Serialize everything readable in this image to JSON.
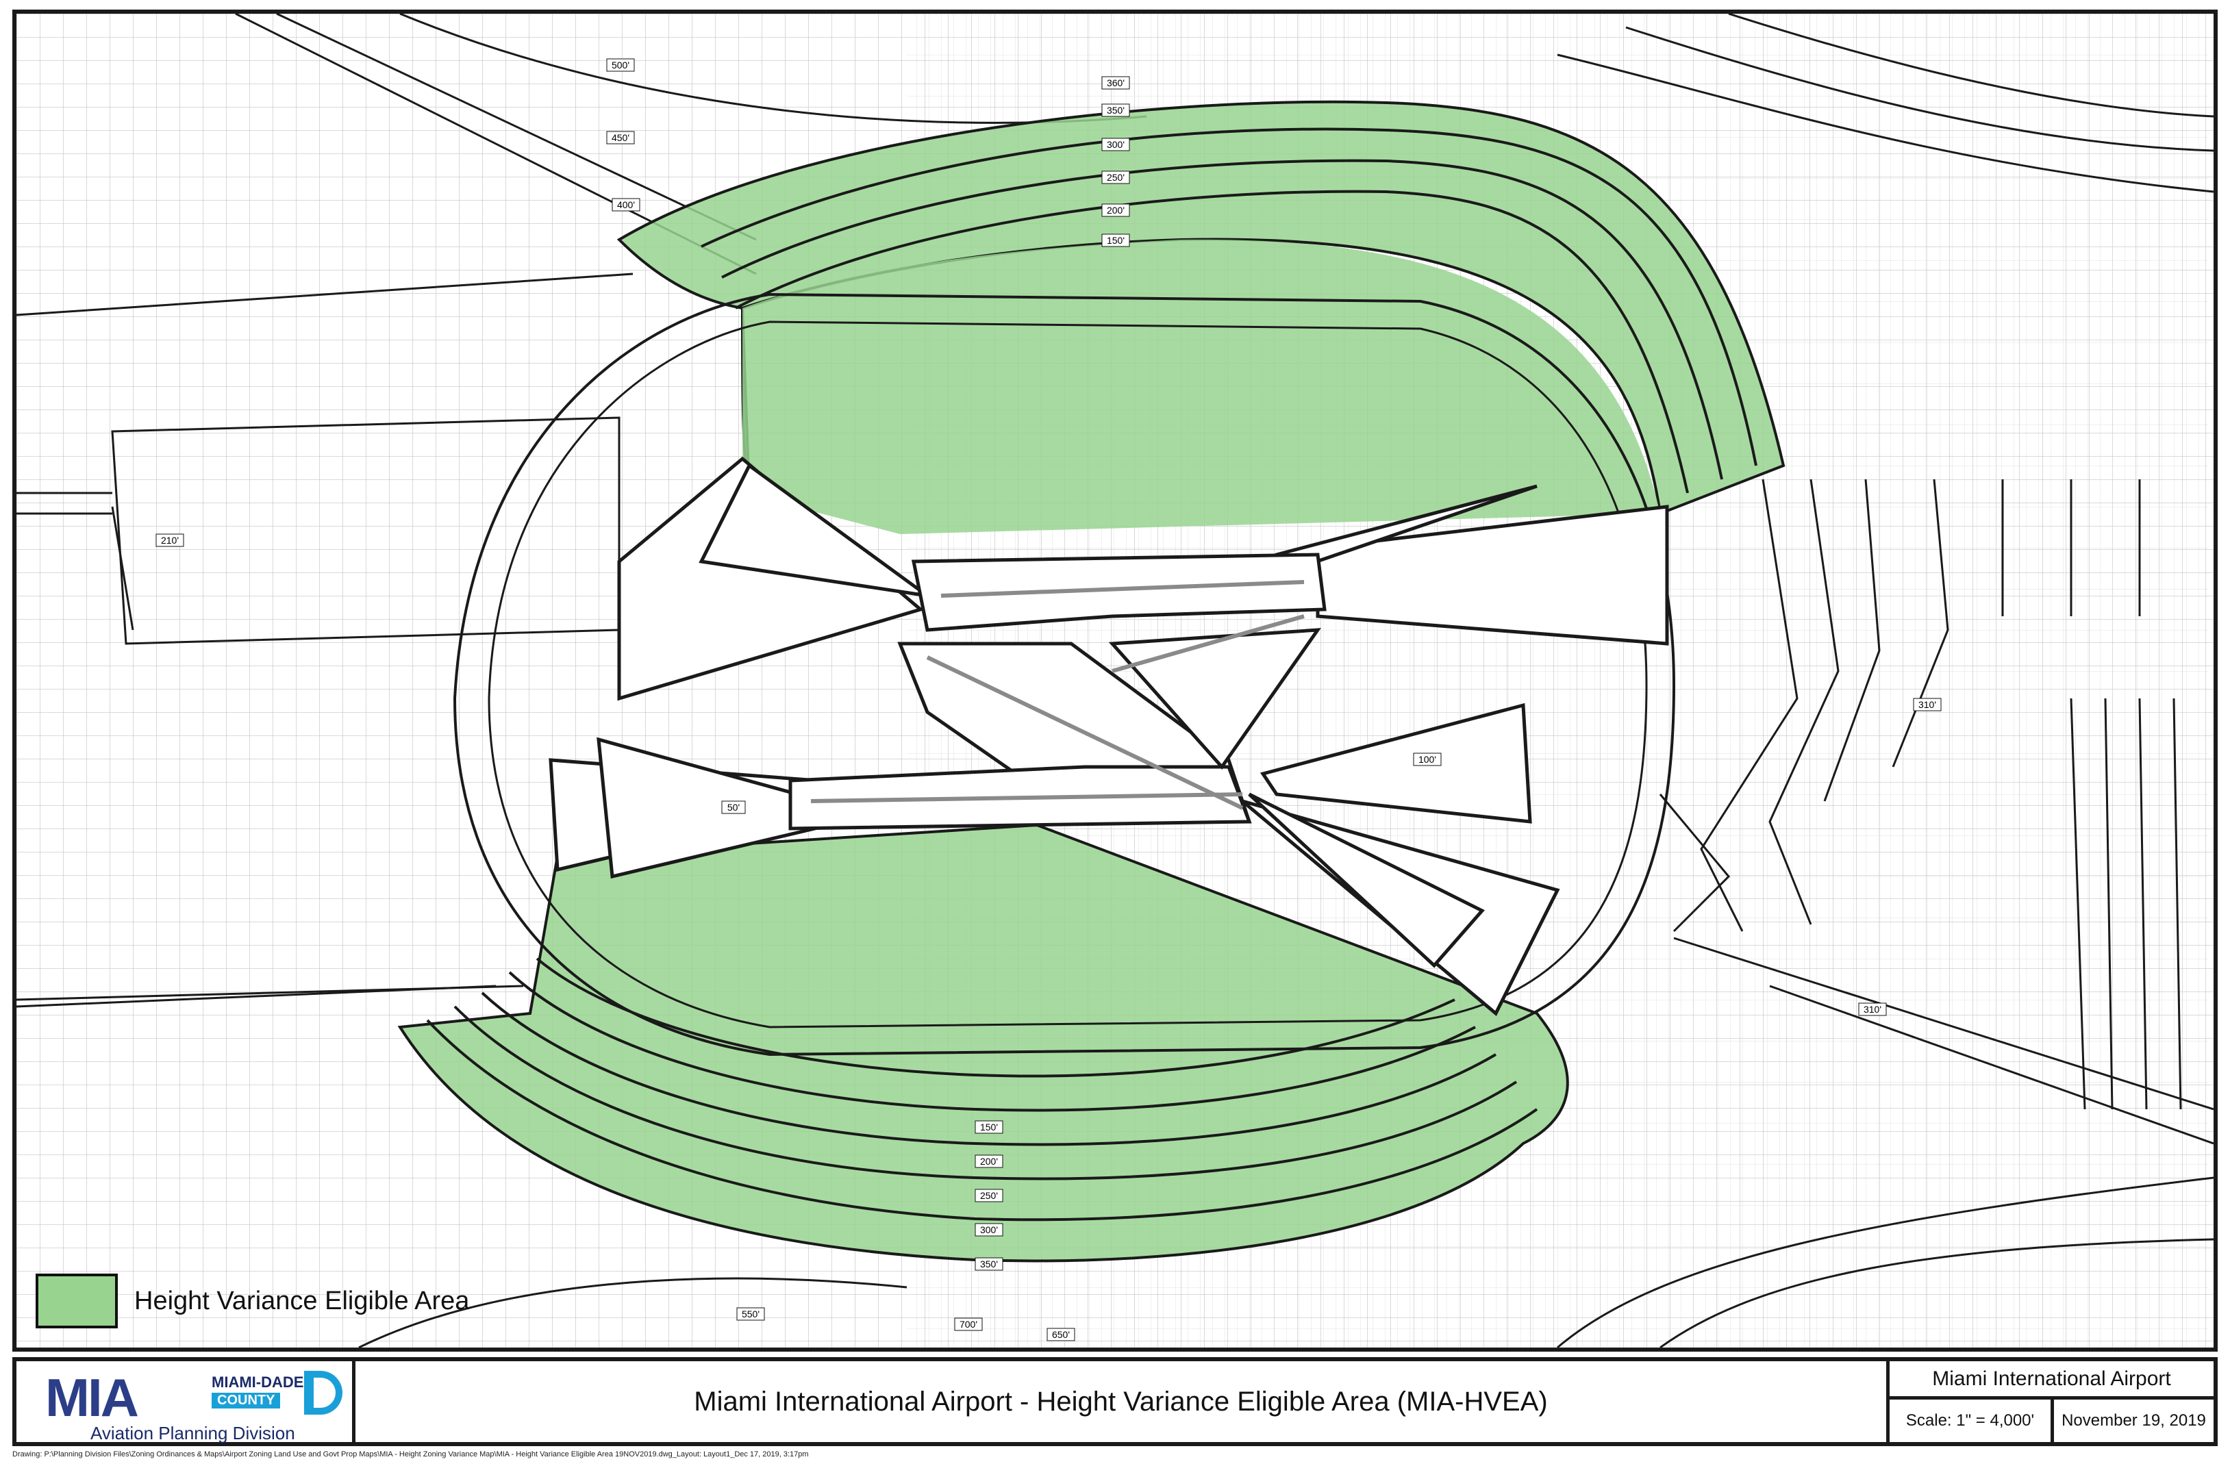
{
  "title": "Miami International Airport - Height Variance Eligible Area (MIA-HVEA)",
  "legend": {
    "label": "Height Variance Eligible Area",
    "color": "#98d38f"
  },
  "titleblock": {
    "logo_mark": "MIA",
    "county_line1": "MIAMI-DADE",
    "county_line2": "COUNTY",
    "division": "Aviation Planning Division",
    "airport_name": "Miami International Airport",
    "scale": "Scale: 1\" = 4,000'",
    "date": "November 19, 2019"
  },
  "drawing_path": "Drawing: P:\\Planning Division Files\\Zoning Ordinances & Maps\\Airport Zoning Land Use and Govt Prop Maps\\MIA - Height Zoning Variance Map\\MIA - Height Variance Eligible Area 19NOV2019.dwg_Layout: Layout1_Dec 17, 2019, 3:17pm",
  "contours_north": [
    "350'",
    "300'",
    "250'",
    "200'",
    "150'"
  ],
  "contours_south": [
    "150'",
    "200'",
    "250'",
    "300'",
    "350'"
  ],
  "contour_top": "360'",
  "misc_labels": [
    "500'",
    "450'",
    "400'",
    "550'",
    "650'",
    "700'",
    "310'",
    "210'",
    "100'",
    "50'"
  ],
  "colors": {
    "eligible_fill": "#98d38f",
    "line": "#1a1a1a",
    "street": "#b8b8b8",
    "runway": "#8a8a8a",
    "logo_blue": "#2c3e88",
    "logo_cyan": "#1aa0d8"
  }
}
